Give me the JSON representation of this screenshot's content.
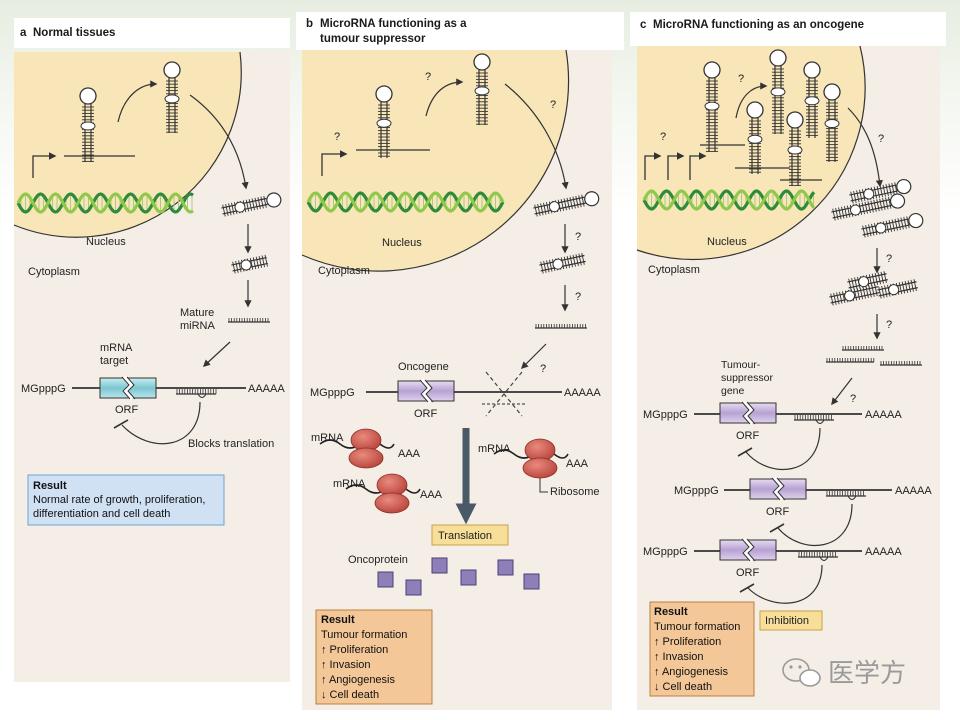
{
  "panels": {
    "a": {
      "letter": "a",
      "title": "Normal tissues",
      "nucleus": "Nucleus",
      "cytoplasm": "Cytoplasm",
      "mature_mirna": [
        "Mature",
        "miRNA"
      ],
      "mrna_target": [
        "mRNA",
        "target"
      ],
      "cap": "MGpppG",
      "polya": "AAAAA",
      "orf": "ORF",
      "blocks": "Blocks translation",
      "result_title": "Result",
      "result_lines": [
        "Normal rate of growth, proliferation,",
        "differentiation and cell death"
      ]
    },
    "b": {
      "letter": "b",
      "title_lines": [
        "MicroRNA functioning as a",
        "tumour suppressor"
      ],
      "nucleus": "Nucleus",
      "cytoplasm": "Cytoplasm",
      "gene": "Oncogene",
      "cap": "MGpppG",
      "polya": "AAAAA",
      "orf": "ORF",
      "mrna": "mRNA",
      "aaa": "AAA",
      "ribosome": "Ribosome",
      "translation": "Translation",
      "oncoprotein": "Oncoprotein",
      "question": "?",
      "result_title": "Result",
      "result_lines": [
        "Tumour formation",
        "↑ Proliferation",
        "↑ Invasion",
        "↑ Angiogenesis",
        "↓ Cell death"
      ]
    },
    "c": {
      "letter": "c",
      "title": "MicroRNA functioning as an oncogene",
      "nucleus": "Nucleus",
      "cytoplasm": "Cytoplasm",
      "gene_lines": [
        "Tumour-",
        "suppressor",
        "gene"
      ],
      "cap": "MGpppG",
      "polya": "AAAAA",
      "orf": "ORF",
      "inhibition": "Inhibition",
      "question": "?",
      "result_title": "Result",
      "result_lines": [
        "Tumour formation",
        "↑ Proliferation",
        "↑ Invasion",
        "↑ Angiogenesis",
        "↓ Cell death"
      ]
    }
  },
  "watermark": "医学方",
  "colors": {
    "nucleus": "#f8e6b8",
    "panel": "#f4eee6",
    "dna_a": "#2e8b3a",
    "dna_b": "#8fc84a",
    "orf_a": "#8fd2da",
    "orf_bc": "#c8b6dc",
    "ribosome": "#c8554b",
    "oncoprotein": "#8f7fb8",
    "result_a": "#cfe1f3",
    "result_bc": "#f4c798",
    "translation_box": "#f7de99"
  }
}
